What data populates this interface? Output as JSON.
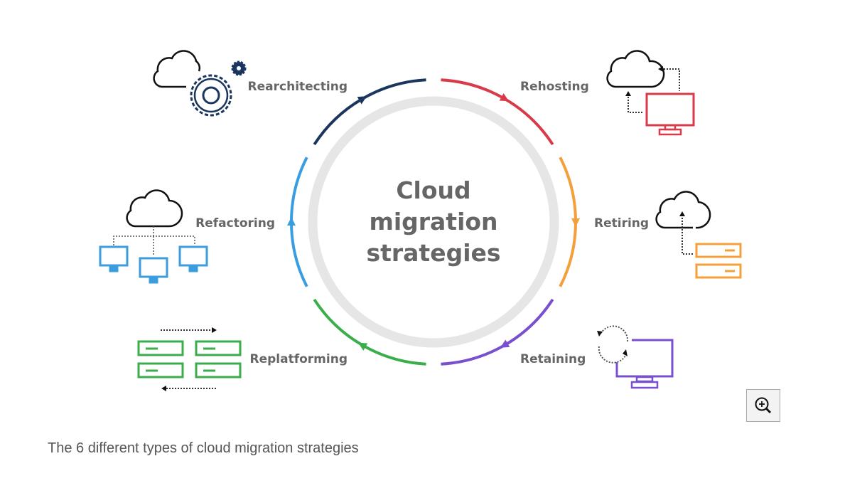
{
  "diagram": {
    "center_lines": [
      "Cloud",
      "migration",
      "strategies"
    ],
    "strategies": [
      {
        "label": "Rehosting",
        "color": "#d93a4a"
      },
      {
        "label": "Retiring",
        "color": "#f3a03c"
      },
      {
        "label": "Retaining",
        "color": "#7a4fcf"
      },
      {
        "label": "Replatforming",
        "color": "#3aae4a"
      },
      {
        "label": "Refactoring",
        "color": "#3a9de0"
      },
      {
        "label": "Rearchitecting",
        "color": "#1b365d"
      }
    ]
  },
  "caption": "The 6 different types of cloud migration strategies",
  "zoom_button": {
    "icon": "zoom-in-icon"
  }
}
